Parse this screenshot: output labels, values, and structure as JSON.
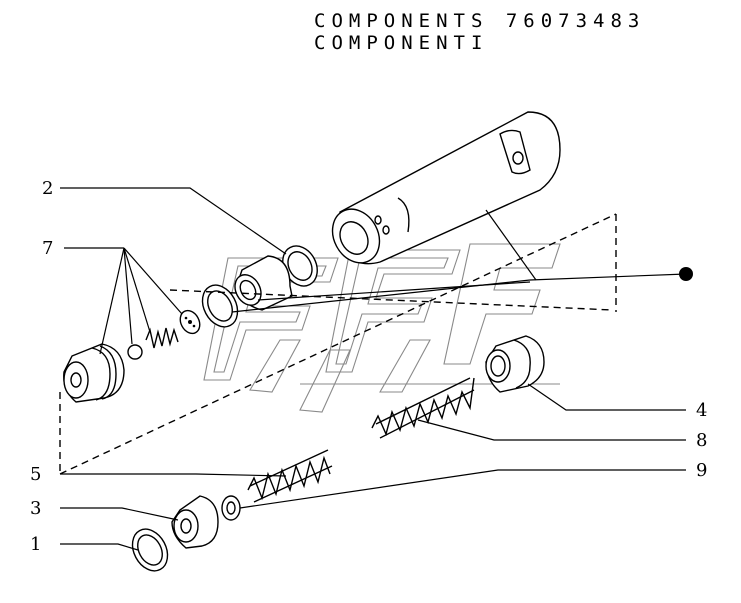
{
  "header": {
    "title_line1": "COMPONENTS 76073483",
    "title_line2": "COMPONENTI"
  },
  "callouts": [
    {
      "id": "c1",
      "label": "1"
    },
    {
      "id": "c2",
      "label": "2"
    },
    {
      "id": "c3",
      "label": "3"
    },
    {
      "id": "c4",
      "label": "4"
    },
    {
      "id": "c5",
      "label": "5"
    },
    {
      "id": "c7",
      "label": "7"
    },
    {
      "id": "c8",
      "label": "8"
    },
    {
      "id": "c9",
      "label": "9"
    }
  ],
  "colors": {
    "ink": "#000000",
    "watermark": "#8a8a8a",
    "background": "#ffffff"
  }
}
